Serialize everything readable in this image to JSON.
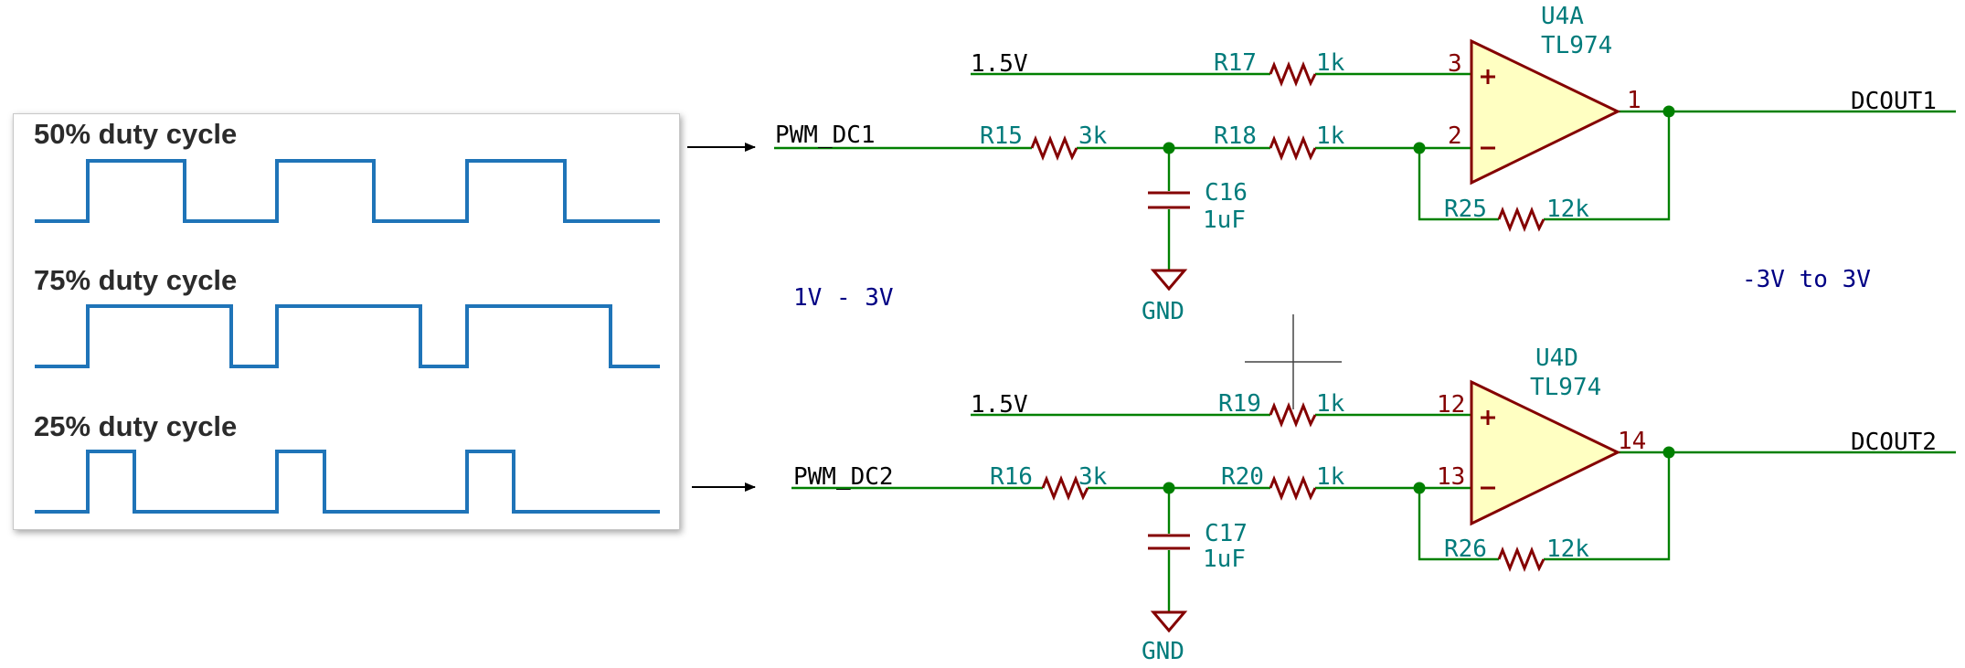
{
  "waveforms": [
    {
      "label": "50% duty cycle",
      "duty_cycle_percent": 50
    },
    {
      "label": "75% duty cycle",
      "duty_cycle_percent": 75
    },
    {
      "label": "25% duty cycle",
      "duty_cycle_percent": 25
    }
  ],
  "schematic": {
    "channel_1": {
      "input_net": "PWM_DC1",
      "ref_net": "1.5V",
      "output_net": "DCOUT1",
      "opamp": {
        "unit": "U4A",
        "part": "TL974",
        "pin_plus": "3",
        "pin_minus": "2",
        "pin_out": "1"
      },
      "r_in": {
        "ref": "R15",
        "value": "3k"
      },
      "r_ref": {
        "ref": "R17",
        "value": "1k"
      },
      "r_minus": {
        "ref": "R18",
        "value": "1k"
      },
      "r_fb": {
        "ref": "R25",
        "value": "12k"
      },
      "cap": {
        "ref": "C16",
        "value": "1uF"
      },
      "gnd": "GND"
    },
    "channel_2": {
      "input_net": "PWM_DC2",
      "ref_net": "1.5V",
      "output_net": "DCOUT2",
      "opamp": {
        "unit": "U4D",
        "part": "TL974",
        "pin_plus": "12",
        "pin_minus": "13",
        "pin_out": "14"
      },
      "r_in": {
        "ref": "R16",
        "value": "3k"
      },
      "r_ref": {
        "ref": "R19",
        "value": "1k"
      },
      "r_minus": {
        "ref": "R20",
        "value": "1k"
      },
      "r_fb": {
        "ref": "R26",
        "value": "12k"
      },
      "cap": {
        "ref": "C17",
        "value": "1uF"
      },
      "gnd": "GND"
    },
    "input_range_note": "1V - 3V",
    "output_range_note": "-3V to 3V"
  },
  "colors": {
    "wire": "#008000",
    "device": "#840000",
    "reference_text": "#007b7b",
    "note_text": "#000084",
    "opamp_fill": "#ffffc2",
    "waveform": "#1f74b8"
  }
}
